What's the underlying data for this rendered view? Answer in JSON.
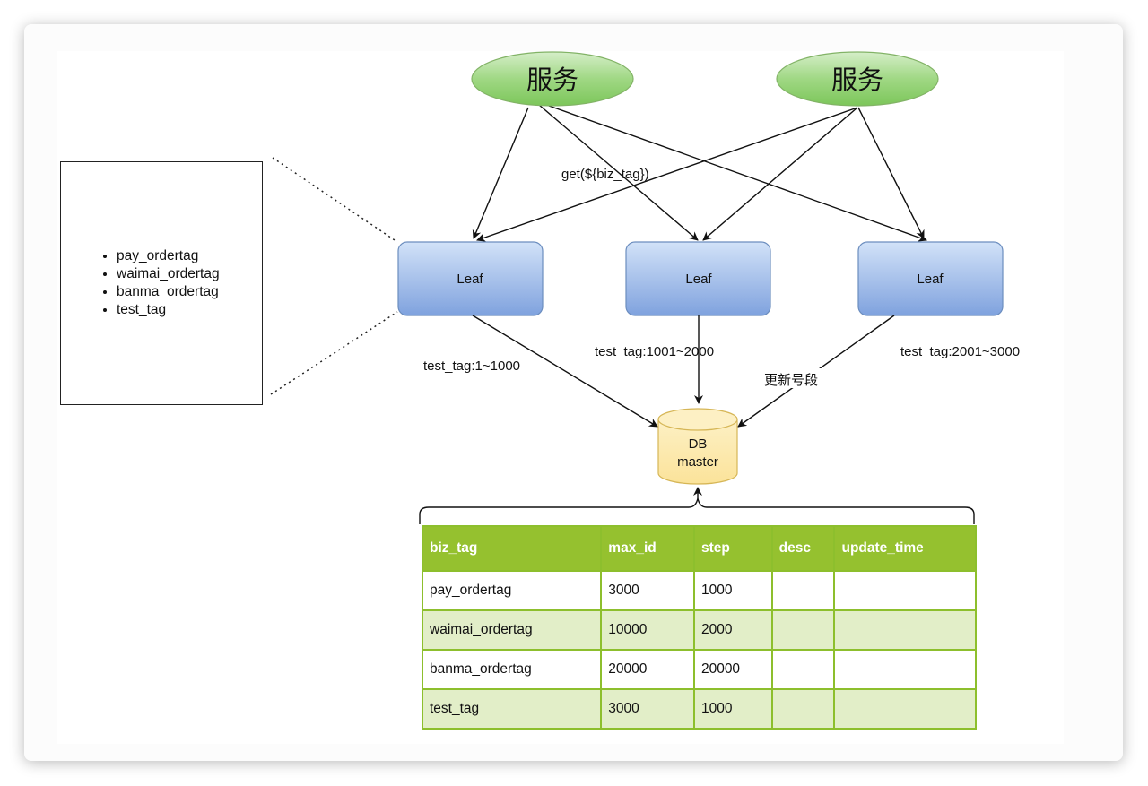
{
  "services": [
    {
      "label": "服务"
    },
    {
      "label": "服务"
    }
  ],
  "request_label": "get(${biz_tag})",
  "leaves": [
    {
      "label": "Leaf"
    },
    {
      "label": "Leaf"
    },
    {
      "label": "Leaf"
    }
  ],
  "segment_labels": [
    "test_tag:1~1000",
    "test_tag:1001~2000",
    "test_tag:2001~3000"
  ],
  "update_label": "更新号段",
  "db": {
    "line1": "DB",
    "line2": "master"
  },
  "tag_list": [
    "pay_ordertag",
    "waimai_ordertag",
    "banma_ordertag",
    "test_tag"
  ],
  "table": {
    "headers": [
      "biz_tag",
      "max_id",
      "step",
      "desc",
      "update_time"
    ],
    "rows": [
      [
        "pay_ordertag",
        "3000",
        "1000",
        "",
        ""
      ],
      [
        "waimai_ordertag",
        "10000",
        "2000",
        "",
        ""
      ],
      [
        "banma_ordertag",
        "20000",
        "20000",
        "",
        ""
      ],
      [
        "test_tag",
        "3000",
        "1000",
        "",
        ""
      ]
    ]
  },
  "colors": {
    "service_fill": "#8ccf6b",
    "leaf_fill": "#a9c4ec",
    "db_fill": "#fde9a8",
    "table_header": "#95c12f",
    "table_alt_row": "#e2eec8"
  }
}
